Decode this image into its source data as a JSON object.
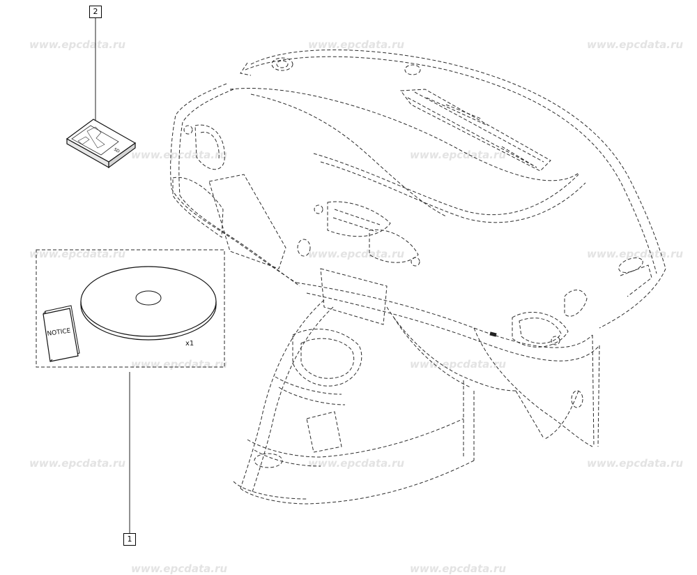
{
  "watermark_text": "www.epcdata.ru",
  "callouts": [
    "2",
    "1"
  ],
  "kit": {
    "notice_label": "NOTICE",
    "quantity_label": "x1",
    "card_label": "SD"
  },
  "colors": {
    "line": "#222222",
    "watermark": "#e3e3e3",
    "background": "#ffffff"
  }
}
